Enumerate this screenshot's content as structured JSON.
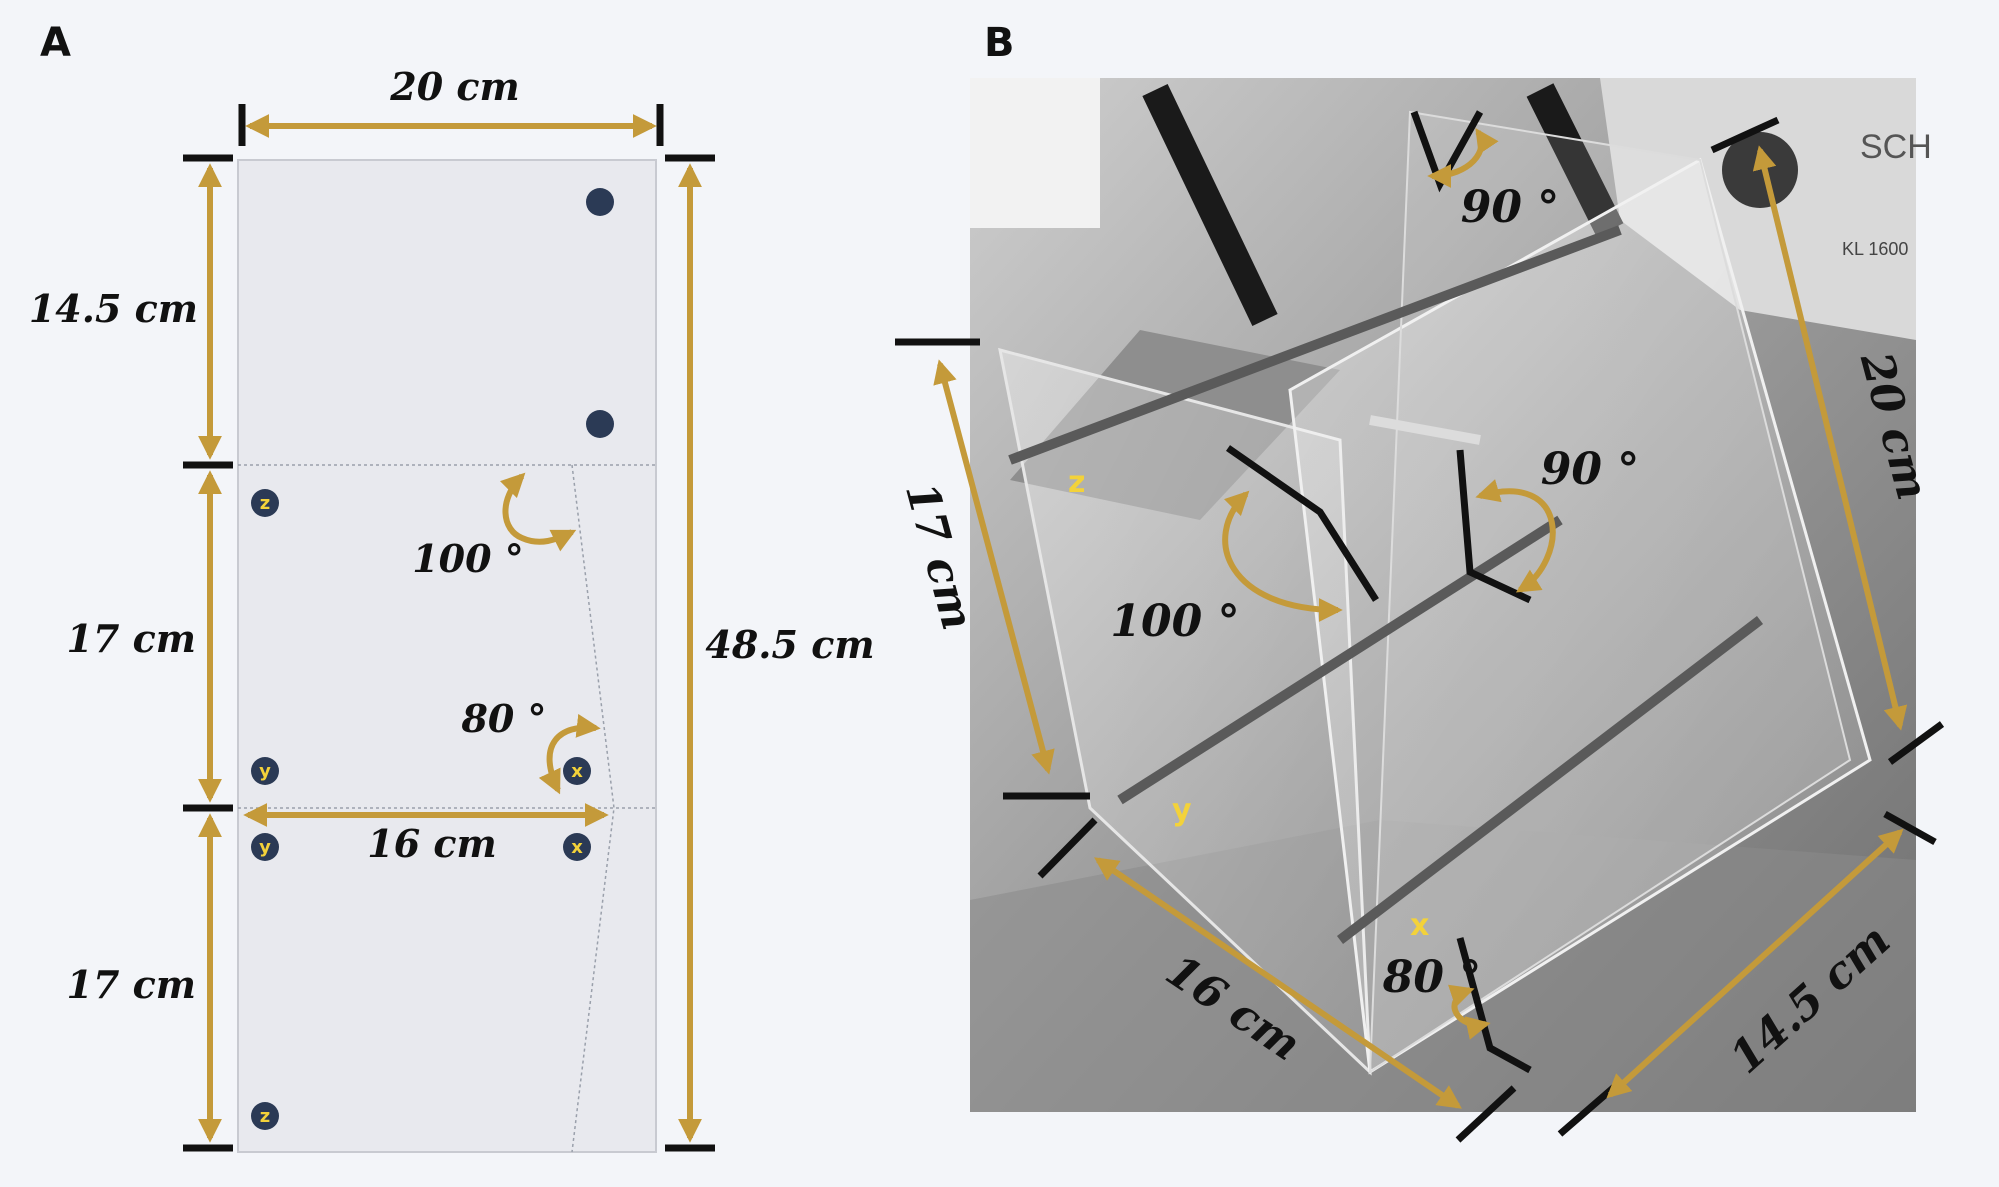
{
  "panel_a": {
    "label": "A",
    "dims": {
      "width_top": "20 cm",
      "seg_top": "14.5 cm",
      "seg_mid": "17 cm",
      "seg_bottom": "17 cm",
      "total": "48.5 cm",
      "width_fold": "16 cm"
    },
    "angles": {
      "upper": "100 °",
      "lower": "80 °"
    },
    "pins": {
      "z": "z",
      "y": "y",
      "x": "x"
    }
  },
  "panel_b": {
    "label": "B",
    "dims": {
      "top_right": "20 cm",
      "left": "17 cm",
      "bottom_left": "16 cm",
      "bottom_right": "14.5 cm"
    },
    "angles": {
      "top": "90 °",
      "right": "90 °",
      "left": "100 °",
      "bottom": "80 °"
    },
    "pins": {
      "z": "z",
      "y": "y",
      "x": "x"
    },
    "device_text": [
      "SCH",
      "KL 1600"
    ]
  },
  "colors": {
    "arrow": "#c49a3a",
    "panel_fill": "#e8e9ee",
    "pin_dot": "#2b3a55",
    "pin_text": "#f3d23a"
  }
}
